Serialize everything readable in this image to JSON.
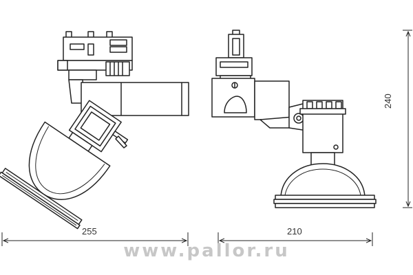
{
  "dimensions": {
    "width_side": "255",
    "width_front": "210",
    "height": "240"
  },
  "watermark": "www.pallor.ru",
  "colors": {
    "line": "#222222",
    "fill": "#ffffff",
    "watermark": "#c7c7c7"
  }
}
